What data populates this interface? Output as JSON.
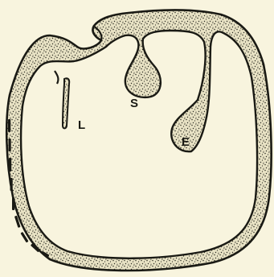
{
  "labels": {
    "s": "S",
    "l": "L",
    "e": "E"
  },
  "colors": {
    "background": "#f8f4de",
    "wall_fill": "#e8e2c4",
    "stipple": "#2a2a22",
    "outline": "#1a1a14"
  }
}
